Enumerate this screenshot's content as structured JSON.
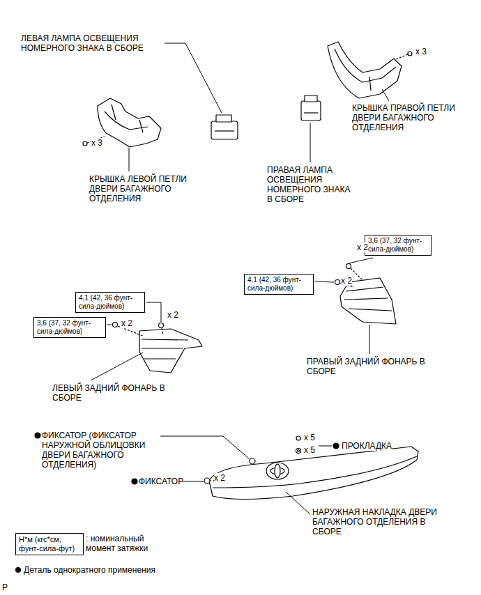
{
  "diagram": {
    "nodes": [
      {
        "text": [
          "3,6 (37, 32 фунт-сила-дюймов)"
        ]
      },
      {
        "text": [
          "4,1 (42, 36 фунт-сила-дюймов)"
        ]
      },
      {
        "text": [
          "4,1 (42, 36 фунт-сила-дюймов)"
        ]
      },
      {
        "text": [
          "3,6 (37, 32 фунт-сила-дюймов)"
        ]
      },
      {
        "text": [
          "Н*м (кгс*см, фунт-сила-фут)"
        ]
      }
    ],
    "labels": [
      "ЛЕВАЯ ЛАМПА ОСВЕЩЕНИЯ НОМЕРНОГО ЗНАКА В СБОРЕ",
      "x 3",
      "КРЫШКА ПРАВОЙ ПЕТЛИ ДВЕРИ БАГАЖНОГО ОТДЕЛЕНИЯ",
      "x 3",
      "КРЫШКА ЛЕВОЙ ПЕТЛИ ДВЕРИ БАГАЖНОГО ОТДЕЛЕНИЯ",
      "ПРАВАЯ ЛАМПА ОСВЕЩЕНИЯ НОМЕРНОГО ЗНАКА В СБОРЕ",
      "x 2",
      "x 2",
      "x 2",
      "x 2",
      "ПРАВЫЙ ЗАДНИЙ ФОНАРЬ В СБОРЕ",
      "ЛЕВЫЙ ЗАДНИЙ ФОНАРЬ В СБОРЕ",
      "ФИКСАТОР (ФИКСАТОР НАРУЖНОЙ ОБЛИЦОВКИ ДВЕРИ БАГАЖНОГО ОТДЕЛЕНИЯ)",
      "x 5",
      "ПРОКЛАДКА",
      "x 5",
      "ФИКСАТОР",
      "x 2",
      "НАРУЖНАЯ НАКЛАДКА ДВЕРИ БАГАЖНОГО ОТДЕЛЕНИЯ В СБОРЕ",
      ": номинальный момент затяжки",
      "P"
    ],
    "legend": [
      {
        "text": "Деталь однократного применения"
      }
    ]
  }
}
